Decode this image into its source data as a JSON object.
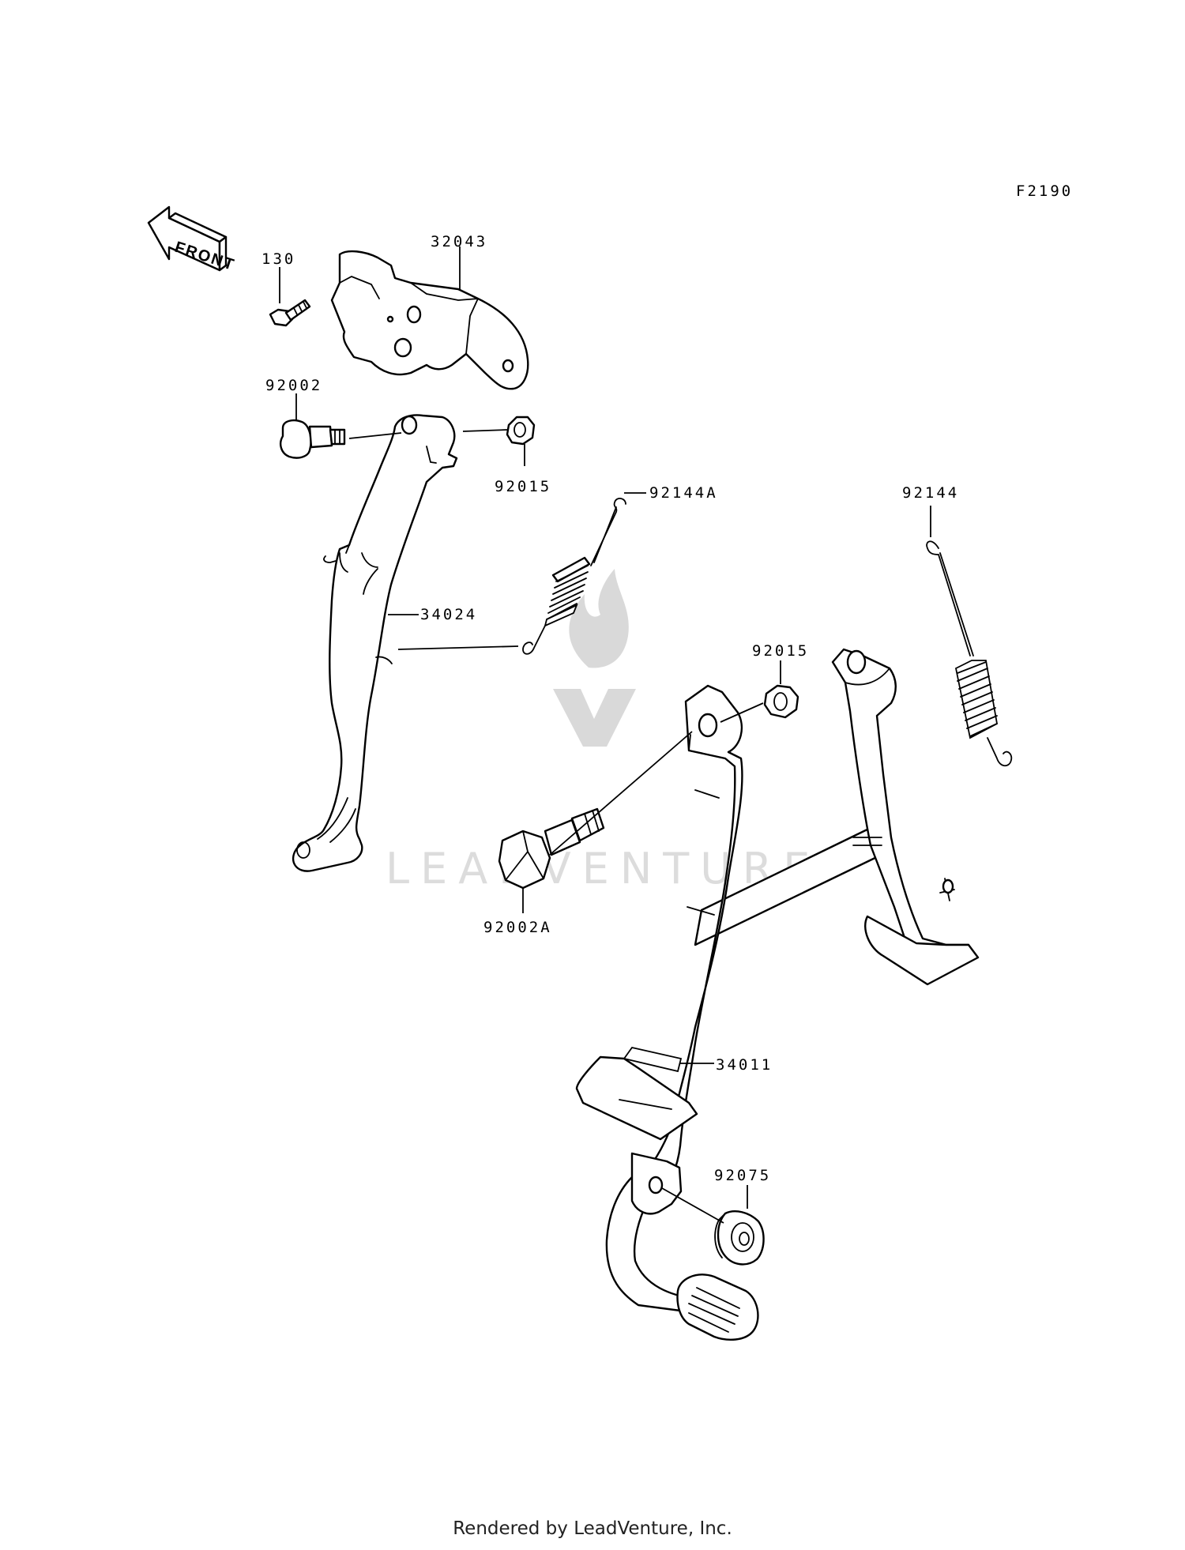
{
  "diagram": {
    "code": "F2190",
    "front_label": "FRONT",
    "watermark": "LEADVENTURE",
    "parts": [
      {
        "id": "32043",
        "label": "32043"
      },
      {
        "id": "130",
        "label": "130"
      },
      {
        "id": "92002",
        "label": "92002"
      },
      {
        "id": "92015-a",
        "label": "92015"
      },
      {
        "id": "92144A",
        "label": "92144A"
      },
      {
        "id": "34024",
        "label": "34024"
      },
      {
        "id": "92144",
        "label": "92144"
      },
      {
        "id": "92015-b",
        "label": "92015"
      },
      {
        "id": "92002A",
        "label": "92002A"
      },
      {
        "id": "34011",
        "label": "34011"
      },
      {
        "id": "92075",
        "label": "92075"
      }
    ]
  },
  "footer": {
    "text": "Rendered by LeadVenture, Inc."
  }
}
